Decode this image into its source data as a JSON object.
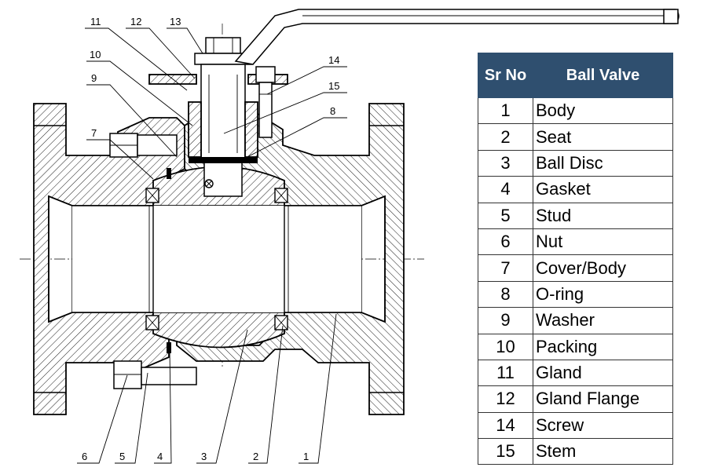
{
  "table": {
    "header_no": "Sr No",
    "header_name": "Ball Valve",
    "header_color": "#2f4f6f",
    "rows": [
      {
        "no": "1",
        "name": "Body"
      },
      {
        "no": "2",
        "name": "Seat"
      },
      {
        "no": "3",
        "name": "Ball Disc"
      },
      {
        "no": "4",
        "name": "Gasket"
      },
      {
        "no": "5",
        "name": "Stud"
      },
      {
        "no": "6",
        "name": "Nut"
      },
      {
        "no": "7",
        "name": "Cover/Body"
      },
      {
        "no": "8",
        "name": "O-ring"
      },
      {
        "no": "9",
        "name": "Washer"
      },
      {
        "no": "10",
        "name": "Packing"
      },
      {
        "no": "11",
        "name": "Gland"
      },
      {
        "no": "12",
        "name": "Gland Flange"
      },
      {
        "no": "14",
        "name": "Screw"
      },
      {
        "no": "15",
        "name": "Stem"
      }
    ]
  },
  "callouts": {
    "c1": "1",
    "c2": "2",
    "c3": "3",
    "c4": "4",
    "c5": "5",
    "c6": "6",
    "c7": "7",
    "c8": "8",
    "c9": "9",
    "c10": "10",
    "c11": "11",
    "c12": "12",
    "c13": "13",
    "c14": "14",
    "c15": "15"
  }
}
